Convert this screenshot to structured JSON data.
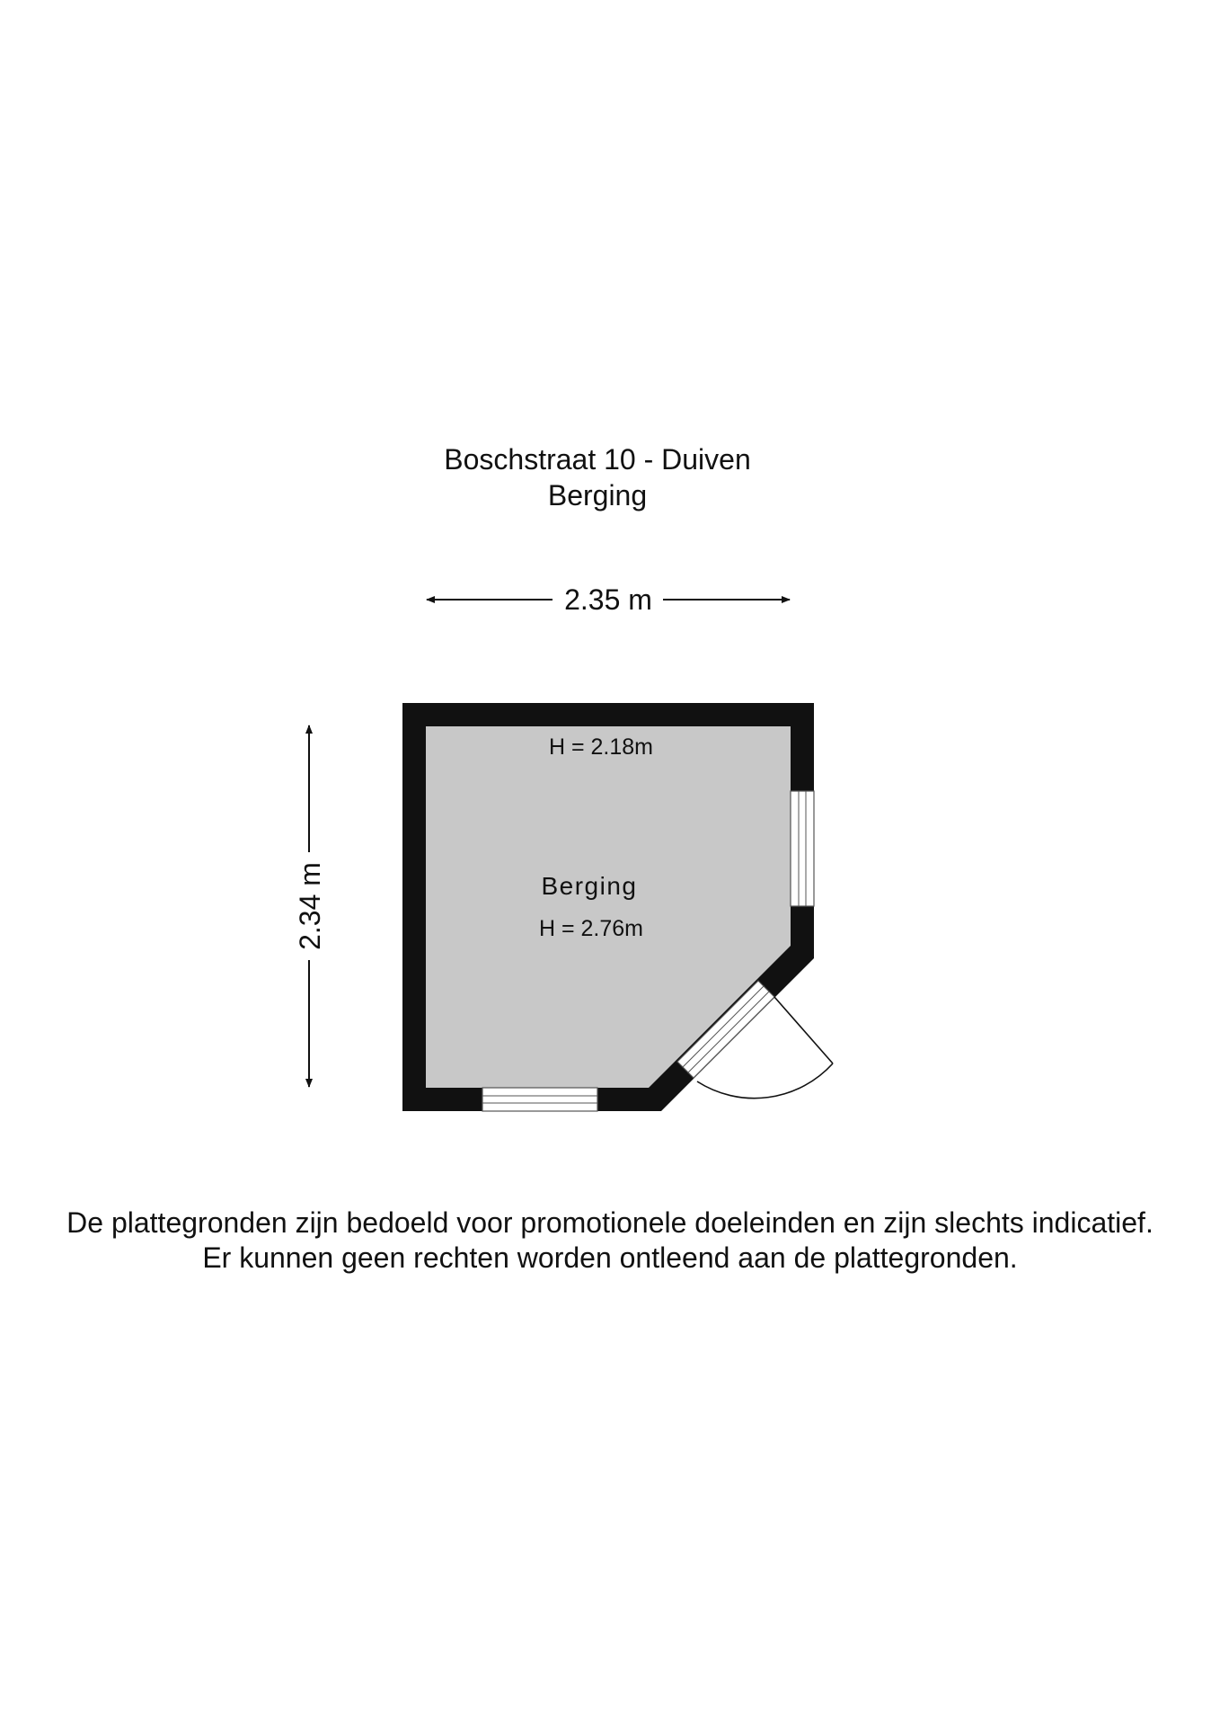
{
  "title": {
    "address": "Boschstraat 10 - Duiven",
    "floor_name": "Berging"
  },
  "dimensions": {
    "width_label": "2.35 m",
    "height_label": "2.34 m"
  },
  "room": {
    "name": "Berging",
    "height_label": "H = 2.76m",
    "sloped_height_label": "H = 2.18m",
    "fill_color": "#c8c8c8",
    "wall_color": "#111111"
  },
  "disclaimer": {
    "line1": "De plattegronden zijn bedoeld voor promotionele doeleinden en zijn slechts indicatief.",
    "line2": "Er kunnen geen rechten worden ontleend aan de plattegronden."
  }
}
